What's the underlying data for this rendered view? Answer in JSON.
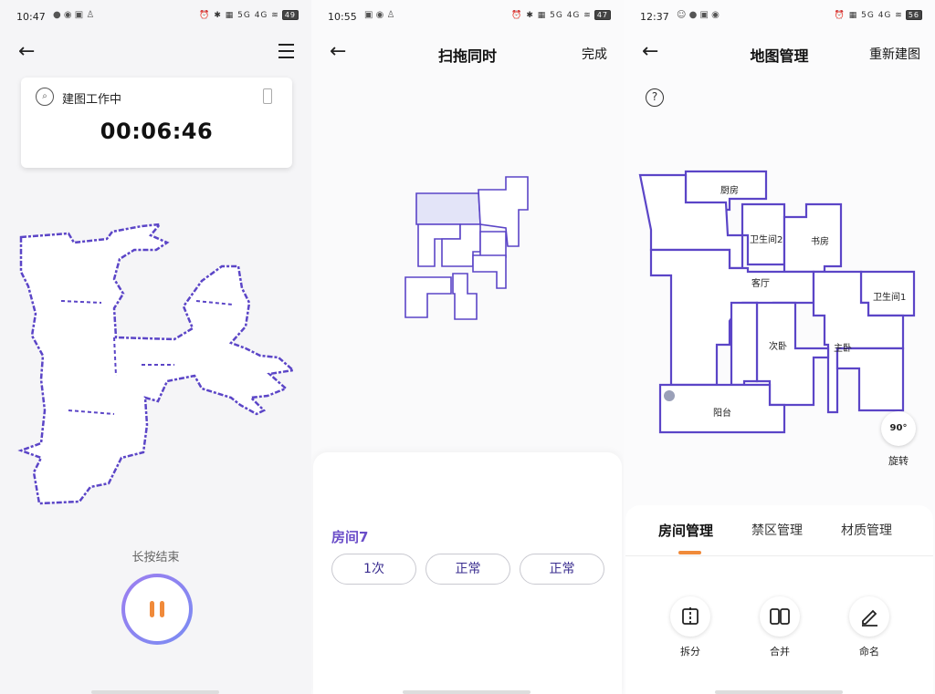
{
  "panel1": {
    "status": {
      "time": "10:47",
      "right": "⏰ ✱ ▦ 5G 4G ≋",
      "battery": "49"
    },
    "card": {
      "label": "建图工作中",
      "timer": "00:06:46"
    },
    "hint": "长按结束"
  },
  "panel2": {
    "status": {
      "time": "10:55",
      "right": "⏰ ✱ ▦ 5G 4G ≋",
      "battery": "47"
    },
    "title": "扫拖同时",
    "done": "完成",
    "room": "房间7",
    "pills": [
      "1次",
      "正常",
      "正常"
    ]
  },
  "panel3": {
    "status": {
      "time": "12:37",
      "right": "⏰ ▦ 5G 4G ≋",
      "battery": "56"
    },
    "title": "地图管理",
    "rebuild": "重新建图",
    "rooms": [
      "厨房",
      "卫生间2",
      "书房",
      "客厅",
      "卫生间1",
      "次卧",
      "主卧",
      "阳台"
    ],
    "rotate_badge": "90°",
    "rotate_label": "旋转",
    "tabs": [
      "房间管理",
      "禁区管理",
      "材质管理"
    ],
    "tools": [
      "拆分",
      "合并",
      "命名"
    ]
  },
  "colors": {
    "accent": "#f08a3a",
    "map_wall": "#5b45c7",
    "room_label": "#6b4ec9"
  }
}
